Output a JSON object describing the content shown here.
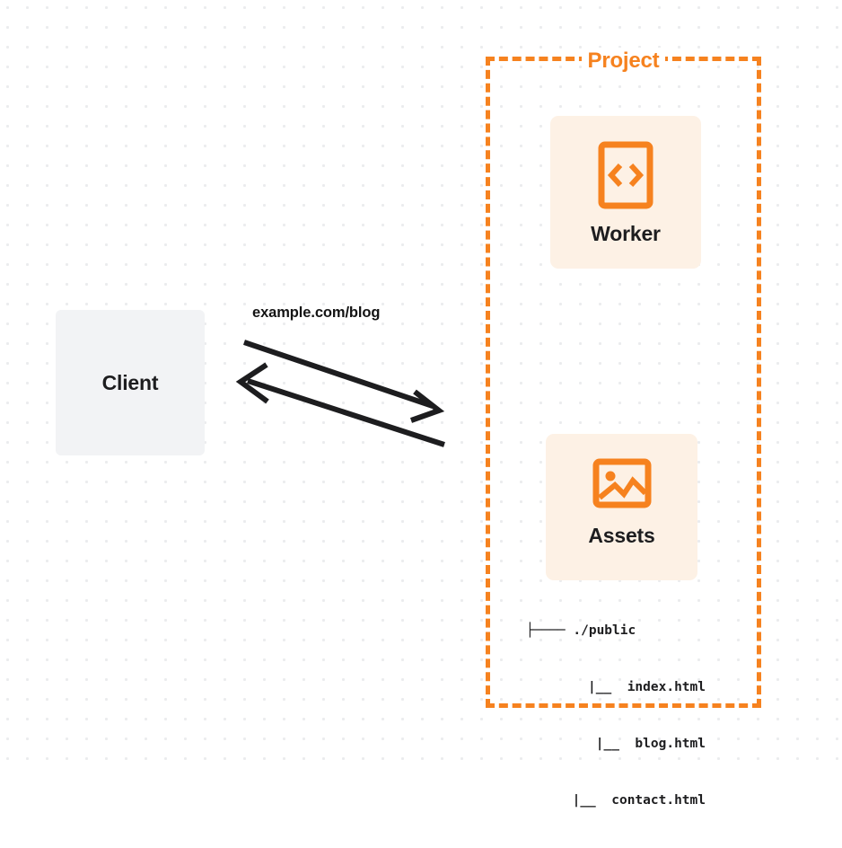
{
  "diagram": {
    "title": "Worker and Assets project request flow",
    "colors": {
      "accent_orange": "#f6821f",
      "card_background": "#fdf1e5",
      "client_background": "#f2f3f5",
      "text_dark": "#1d1d1f",
      "grid_dot": "#ebecee",
      "arrow_stroke": "#1d1d1f"
    }
  },
  "client": {
    "label": "Client"
  },
  "connection": {
    "label": "example.com/blog",
    "request_arrow_direction": "right",
    "response_arrow_direction": "left"
  },
  "project": {
    "label": "Project",
    "border_style": "dashed",
    "resources": [
      {
        "label": "Worker",
        "icon": "code-brackets-icon"
      },
      {
        "label": "Assets",
        "icon": "image-icon"
      }
    ],
    "file_tree": [
      {
        "prefix": "├────",
        "name": "./public"
      },
      {
        "prefix": "|__",
        "name": "index.html"
      },
      {
        "prefix": "|__",
        "name": "blog.html"
      },
      {
        "prefix": "|__",
        "name": "contact.html"
      }
    ]
  }
}
